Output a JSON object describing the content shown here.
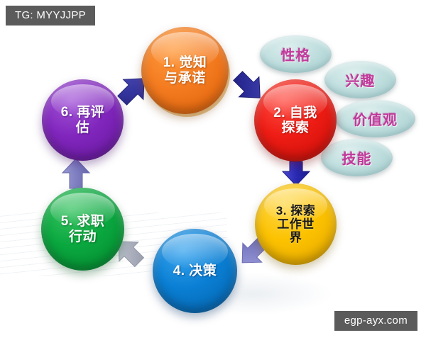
{
  "watermarks": {
    "top_left": "TG: MYYJJPP",
    "bottom_right": "egp-ayx.com"
  },
  "diagram": {
    "type": "cycle",
    "step_count": 6,
    "nodes": [
      {
        "id": "node1",
        "number": "1.",
        "label": "1. 觉知\n与承诺",
        "color": "#f47b20",
        "text_color": "#ffffff"
      },
      {
        "id": "node2",
        "number": "2.",
        "label": "2. 自我\n探索",
        "color": "#ee1c14",
        "text_color": "#ffffff"
      },
      {
        "id": "node3",
        "number": "3.",
        "label": "3. 探索\n工作世\n界",
        "color": "#fcc200",
        "text_color": "#181818"
      },
      {
        "id": "node4",
        "number": "4.",
        "label": "4. 决策",
        "color": "#0a7fd4",
        "text_color": "#ffffff"
      },
      {
        "id": "node5",
        "number": "5.",
        "label": "5. 求职\n行动",
        "color": "#0aa73f",
        "text_color": "#ffffff"
      },
      {
        "id": "node6",
        "number": "6.",
        "label": "6. 再评\n估",
        "color": "#8126bd",
        "text_color": "#ffffff"
      }
    ],
    "satellites": [
      {
        "id": "sat0",
        "label": "性格",
        "fill": "#bcdcdc",
        "text_color": "#c0399a"
      },
      {
        "id": "sat1",
        "label": "兴趣",
        "fill": "#bcdcdc",
        "text_color": "#c0399a"
      },
      {
        "id": "sat2",
        "label": "价值观",
        "fill": "#bcdcdc",
        "text_color": "#c0399a"
      },
      {
        "id": "sat3",
        "label": "技能",
        "fill": "#bcdcdc",
        "text_color": "#c0399a"
      }
    ],
    "arrows": [
      {
        "id": "arrow-6-to-1",
        "from": "node6",
        "to": "node1",
        "color": "#33339c",
        "direction": "up-right"
      },
      {
        "id": "arrow-1-to-2",
        "from": "node1",
        "to": "node2",
        "color": "#2b2b96",
        "direction": "down-right"
      },
      {
        "id": "arrow-2-to-3",
        "from": "node2",
        "to": "node3",
        "color": "#2a2ab4",
        "direction": "down"
      },
      {
        "id": "arrow-3-to-4",
        "from": "node3",
        "to": "node4",
        "color": "#7d7dc4",
        "direction": "down-left"
      },
      {
        "id": "arrow-4-to-5",
        "from": "node4",
        "to": "node5",
        "color": "#a9adbb",
        "direction": "up-left"
      },
      {
        "id": "arrow-5-to-6",
        "from": "node5",
        "to": "node6",
        "color": "#8b8bc6",
        "direction": "up"
      }
    ]
  }
}
